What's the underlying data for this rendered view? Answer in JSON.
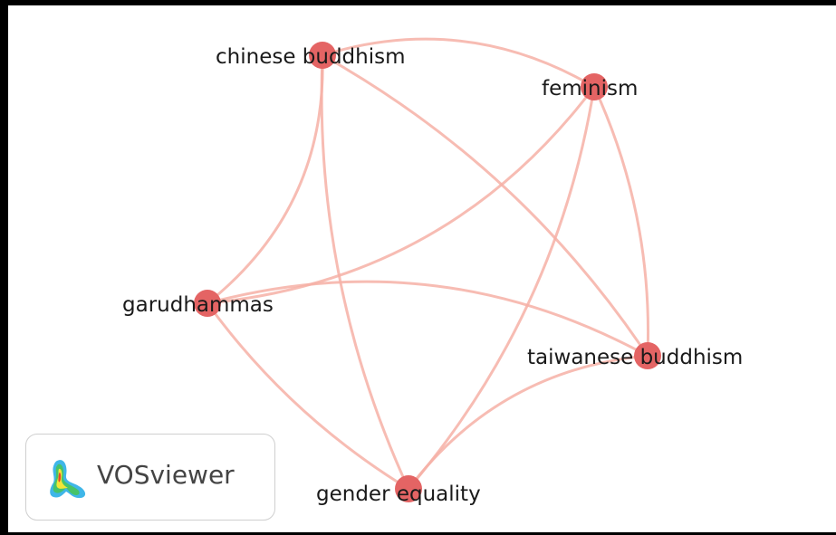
{
  "logo": {
    "text": "VOSviewer",
    "icon": "vosviewer-logo-icon"
  },
  "colors": {
    "node": "#e46464",
    "link": "#f6b0a6",
    "label": "#1a1a1a",
    "border": "#000000"
  },
  "network": {
    "nodes": [
      {
        "id": "chinese_buddhism",
        "label": "chinese buddhism"
      },
      {
        "id": "feminism",
        "label": "feminism"
      },
      {
        "id": "garudhammas",
        "label": "garudhammas"
      },
      {
        "id": "taiwanese_buddhism",
        "label": "taiwanese buddhism"
      },
      {
        "id": "gender_equality",
        "label": "gender equality"
      }
    ],
    "links": [
      [
        "chinese_buddhism",
        "feminism"
      ],
      [
        "chinese_buddhism",
        "garudhammas"
      ],
      [
        "chinese_buddhism",
        "taiwanese_buddhism"
      ],
      [
        "chinese_buddhism",
        "gender_equality"
      ],
      [
        "feminism",
        "garudhammas"
      ],
      [
        "feminism",
        "taiwanese_buddhism"
      ],
      [
        "feminism",
        "gender_equality"
      ],
      [
        "garudhammas",
        "taiwanese_buddhism"
      ],
      [
        "garudhammas",
        "gender_equality"
      ],
      [
        "taiwanese_buddhism",
        "gender_equality"
      ]
    ]
  }
}
